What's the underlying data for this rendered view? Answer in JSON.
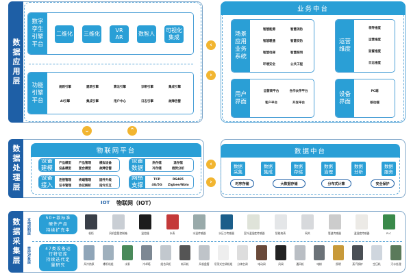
{
  "app_layer": {
    "side": "数据应用层",
    "twin": {
      "label": "数字孪生引擎平台",
      "tiles": [
        "二维化",
        "三维化",
        "VR\nAR",
        "数智人",
        "可视化\n集成"
      ]
    },
    "func": {
      "label": "功能引擎平台",
      "items": [
        "规则引擎",
        "建筑引擎",
        "算法引擎",
        "诊断引擎",
        "集成引擎",
        "AI引擎",
        "集成引擎",
        "用户中心",
        "日志引擎",
        "故障告警"
      ]
    }
  },
  "biz": {
    "title": "业务中台",
    "scene": {
      "label": "场景应用业务系统",
      "items": [
        "智慧能源",
        "智慧消防",
        "智慧暖通",
        "智慧安防",
        "智慧电梯",
        "智慧照明",
        "环境安全",
        "公共工程"
      ]
    },
    "ops": {
      "label": "运营维度",
      "items": [
        "领导维度",
        "运营维度",
        "监督维度",
        "日志维度"
      ]
    },
    "user": {
      "label": "用户界面",
      "items": [
        "运营商平台",
        "合作伙伴平台",
        "客户平台",
        "开发平台"
      ]
    },
    "device": {
      "label": "设备界面",
      "items": [
        "PC端",
        "移动端"
      ]
    }
  },
  "proc_layer": {
    "side": "数据处理层",
    "title": "物联网平台",
    "model": {
      "label": "设备建模",
      "items": [
        "产品模型",
        "产品管理",
        "模拟设备",
        "设备模型",
        "复合模型",
        "故障告警"
      ]
    },
    "access": {
      "label": "设备接入",
      "items": [
        "连接管理",
        "终端管理",
        "固件升级",
        "证书管理",
        "协议解析",
        "指令交互"
      ]
    },
    "data": {
      "label": "设备数据",
      "items": [
        "热存储",
        "温存储",
        "冷存储",
        "趋势分析"
      ]
    },
    "net": {
      "label": "网络支撑",
      "items": [
        "TCP",
        "RS485",
        "4G/5G",
        "Zigbee/NbIo"
      ]
    }
  },
  "data_mid": {
    "title": "数据中台",
    "tiles": [
      "数据\n采集",
      "数据\n集成",
      "数据\n存储",
      "数据\n治理",
      "数据\n分析",
      "数据\n服务"
    ],
    "pills": [
      "时序存储",
      "大数据存储",
      "分布式计算",
      "安全保护"
    ]
  },
  "iot": {
    "logo": "IOT",
    "title": "物联网（IOT）"
  },
  "collect": {
    "side": "数据采集层",
    "row1": {
      "label": "本地控制层",
      "caption": "50+款标准\n硬件产品\n持续扩充中",
      "devices": [
        "机柜",
        "风机盘管控制箱",
        "温控器",
        "水表",
        "水温传感器",
        "水压力传感器",
        "室外温湿度传感器",
        "智能电表",
        "网关",
        "管道传感器",
        "温湿度传感器",
        "PLC"
      ]
    },
    "row2": {
      "label": "受控对象层",
      "caption": "47类设备运\n行特征库\n持续迭代定\n量研究",
      "devices": [
        "风冷热泵",
        "螺杆机组",
        "水泵",
        "冷却塔",
        "组合风柜",
        "新风机",
        "风机盘管",
        "吊顶式空调机组",
        "分体空调",
        "电动阀",
        "风阀",
        "通风机",
        "电梯",
        "照明",
        "蒸汽锅炉",
        "空压机",
        "污水处理"
      ]
    }
  },
  "colors": {
    "dark": "#1e5fa6",
    "accent": "#2a9fd6",
    "arrow": "#f2b530"
  }
}
